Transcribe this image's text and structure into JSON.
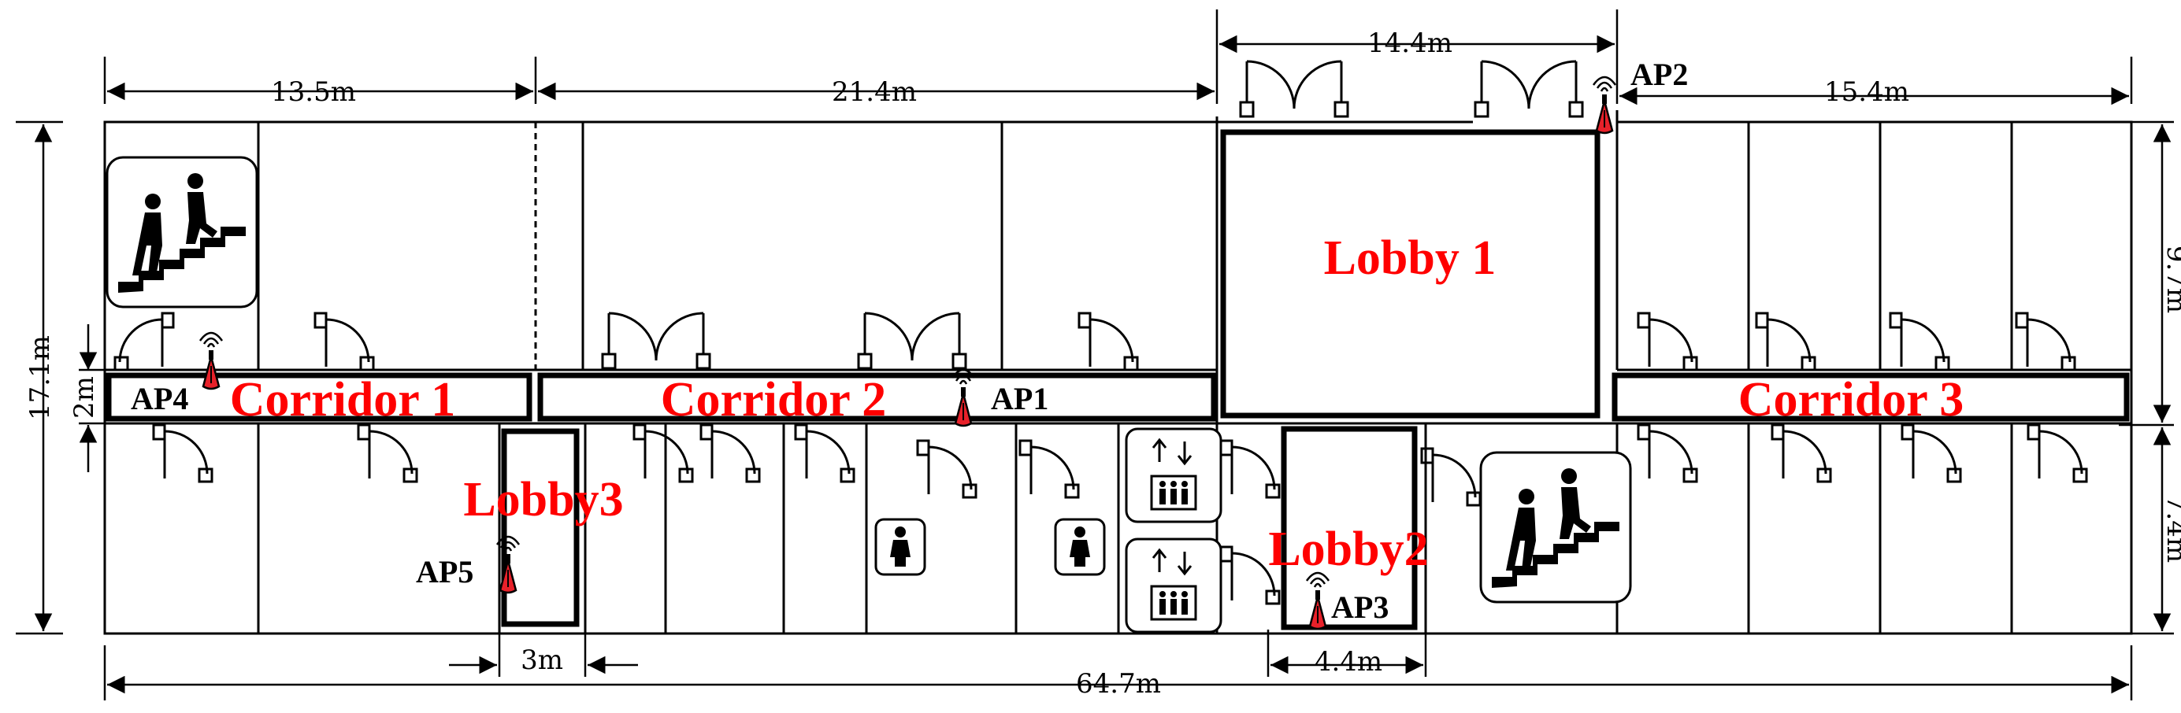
{
  "dimensions": {
    "d_13_5": "13.5m",
    "d_21_4": "21.4m",
    "d_14_4": "14.4m",
    "d_15_4": "15.4m",
    "d_17_1": "17.1m",
    "d_2": "2m",
    "d_9_7": "9.7m",
    "d_7_4": "7.4m",
    "d_3": "3m",
    "d_4_4": "4.4m",
    "d_64_7": "64.7m"
  },
  "areas": {
    "lobby1": "Lobby 1",
    "lobby2": "Lobby2",
    "lobby3": "Lobby3",
    "corridor1": "Corridor 1",
    "corridor2": "Corridor 2",
    "corridor3": "Corridor 3"
  },
  "access_points": {
    "ap1": "AP1",
    "ap2": "AP2",
    "ap3": "AP3",
    "ap4": "AP4",
    "ap5": "AP5"
  },
  "colors": {
    "area_label": "#ff0000",
    "ap_marker": "#e8212a",
    "walls": "#000000"
  },
  "icons": [
    "stairs-icon",
    "elevator-icon",
    "toilet-icon",
    "access-point-icon",
    "door-icon"
  ]
}
